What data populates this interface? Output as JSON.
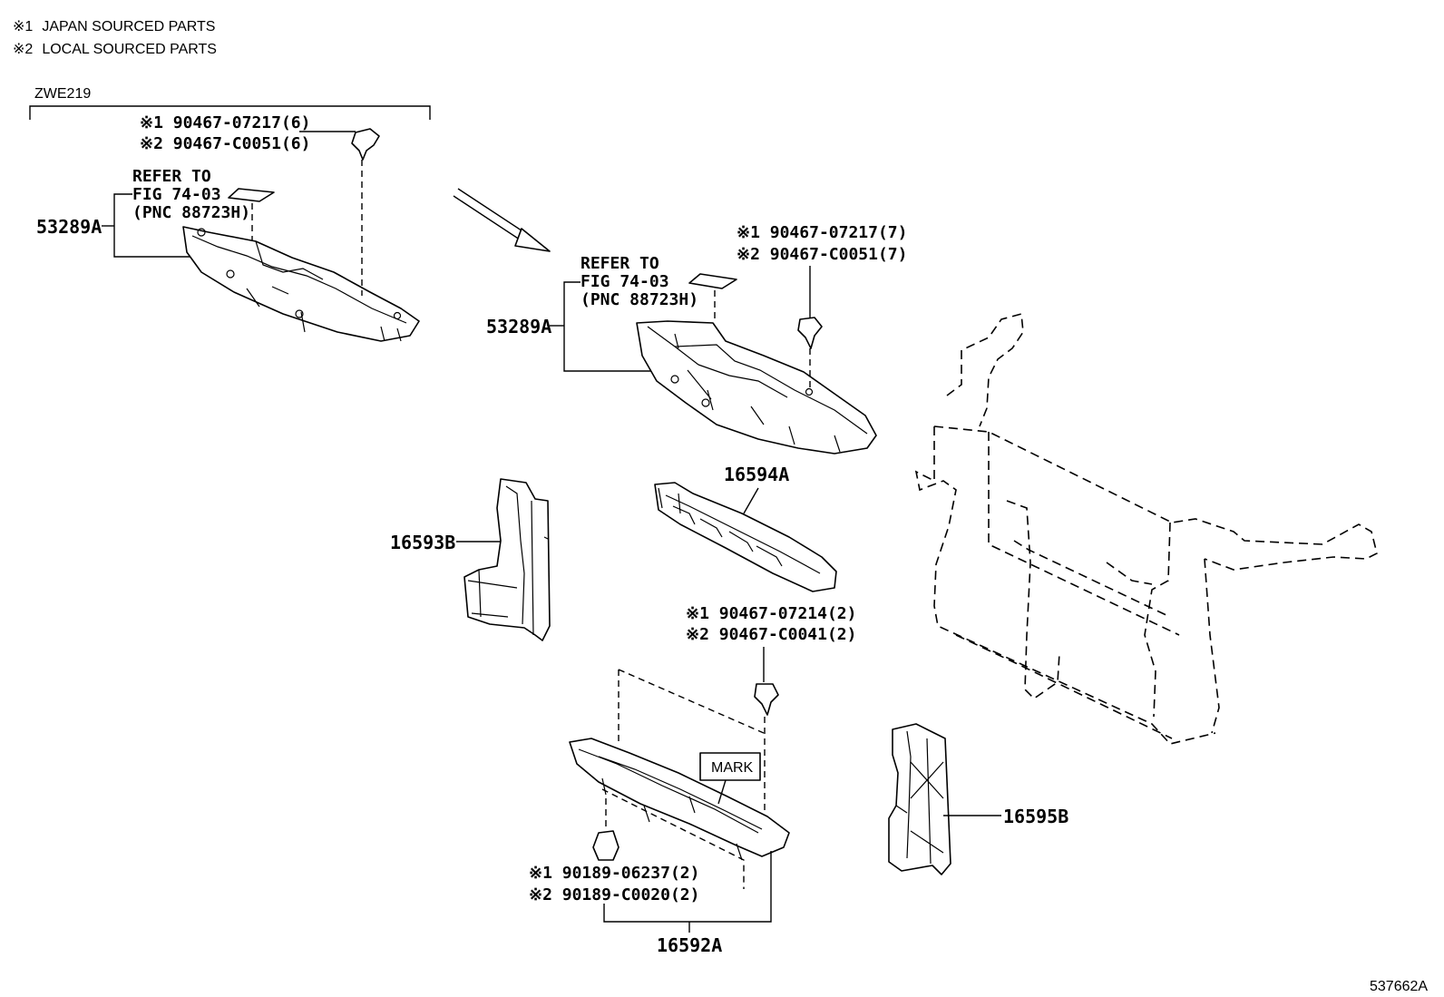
{
  "legend": [
    {
      "mark": "※1",
      "text": "JAPAN SOURCED PARTS"
    },
    {
      "mark": "※2",
      "text": "LOCAL SOURCED PARTS"
    }
  ],
  "variant": "ZWE219",
  "refer": {
    "l1": "REFER TO",
    "l2": "FIG 74-03",
    "l3": "(PNC 88723H)"
  },
  "callouts": {
    "top_left_clip": [
      "※1 90467-07217(6)",
      "※2 90467-C0051(6)"
    ],
    "top_right_clip": [
      "※1 90467-07217(7)",
      "※2 90467-C0051(7)"
    ],
    "mid_clip": [
      "※1 90467-07214(2)",
      "※2 90467-C0041(2)"
    ],
    "bottom_clip": [
      "※1 90189-06237(2)",
      "※2 90189-C0020(2)"
    ]
  },
  "parts": {
    "cover_left": "53289A",
    "cover_right": "53289A",
    "seal_upper": "16594A",
    "seal_side_left": "16593B",
    "seal_side_right": "16595B",
    "seal_lower": "16592A"
  },
  "mark_label": "MARK",
  "figure_id": "537662A"
}
